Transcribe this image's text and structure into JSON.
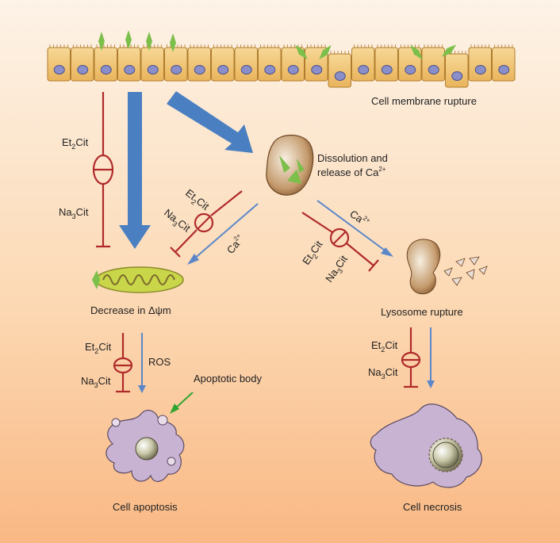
{
  "labels": {
    "membrane": "Cell membrane rupture",
    "dissolution_line1": "Dissolution and",
    "dissolution_line2": "release of Ca",
    "decrease": "Decrease in Δψm",
    "lysosome": "Lysosome rupture",
    "ros": "ROS",
    "apoptotic_body": "Apoptotic body",
    "apoptosis": "Cell apoptosis",
    "necrosis": "Cell necrosis",
    "ca_base": "Ca",
    "ca_charge": "2+"
  },
  "inhibitors": {
    "et_prefix": "Et",
    "et_sub": "2",
    "et_suffix": "Cit",
    "na_prefix": "Na",
    "na_sub": "3",
    "na_suffix": "Cit"
  },
  "colors": {
    "thick_arrow": "#4a7fc1",
    "thin_arrow": "#5b87c9",
    "inhibitor": "#b02a2a",
    "green_arrow": "#2fa52f",
    "cell_body": "#c9b3d3",
    "epithelium": "#f2c878",
    "mitochondrion": "#c9d64a"
  }
}
